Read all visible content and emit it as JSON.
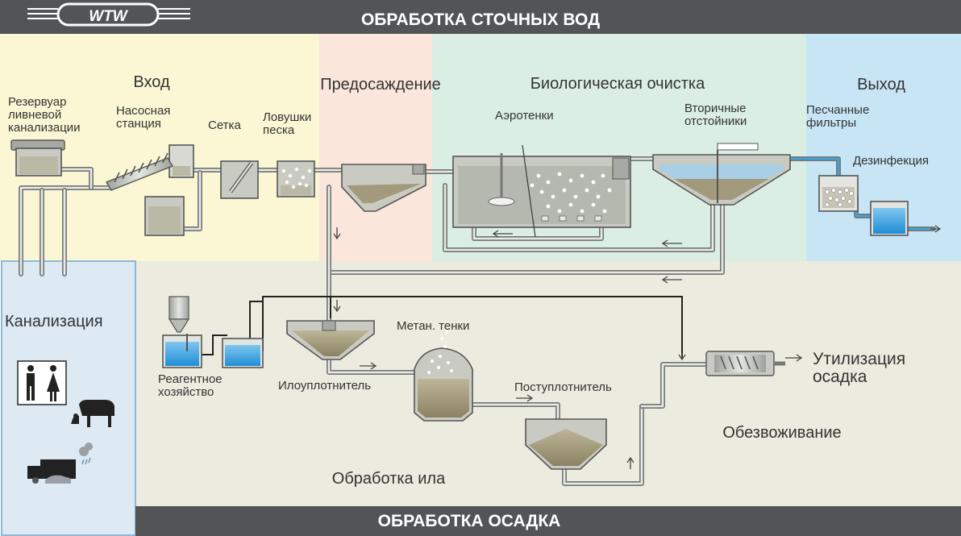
{
  "header": {
    "logo": "WTW",
    "title": "ОБРАБОТКА СТОЧНЫХ ВОД"
  },
  "footer": {
    "title": "ОБРАБОТКА ОСАДКА"
  },
  "zones": {
    "inlet": "Вход",
    "presettling": "Предосаждение",
    "bio": "Биологическая очистка",
    "outlet": "Выход",
    "sewer": "Канализация",
    "sludge": "Обработка ила",
    "dewatering": "Обезвоживание"
  },
  "labels": {
    "storm_tank": [
      "Резервуар",
      "ливневой",
      "канализации"
    ],
    "pump_station": [
      "Насосная",
      "станция"
    ],
    "screen": "Сетка",
    "grit_trap": [
      "Ловушки",
      "песка"
    ],
    "aeration": "Аэротенки",
    "secondary": [
      "Вторичные",
      "отстойники"
    ],
    "sand_filters": [
      "Песчанные",
      "фильтры"
    ],
    "disinfection": "Дезинфекция",
    "reagents": [
      "Реагентное",
      "хозяйство"
    ],
    "thickener": "Илоуплотнитель",
    "digester": "Метан. тенки",
    "post_thickener": "Поступлотнитель",
    "disposal": [
      "Утилизация",
      "осадка"
    ]
  },
  "colors": {
    "header_bg": "#535456",
    "inlet_bg": "#fbf7d4",
    "presettling_bg": "#fbe6dc",
    "bio_bg": "#dbeee4",
    "outlet_bg": "#c8e5f6",
    "sewer_bg": "#ddeaf4",
    "sludge_bg": "#ecebdf",
    "tank_fill": "#c9cbc3",
    "sludge_fill": "#9c9174",
    "water_blue": "#2e9ce0"
  }
}
